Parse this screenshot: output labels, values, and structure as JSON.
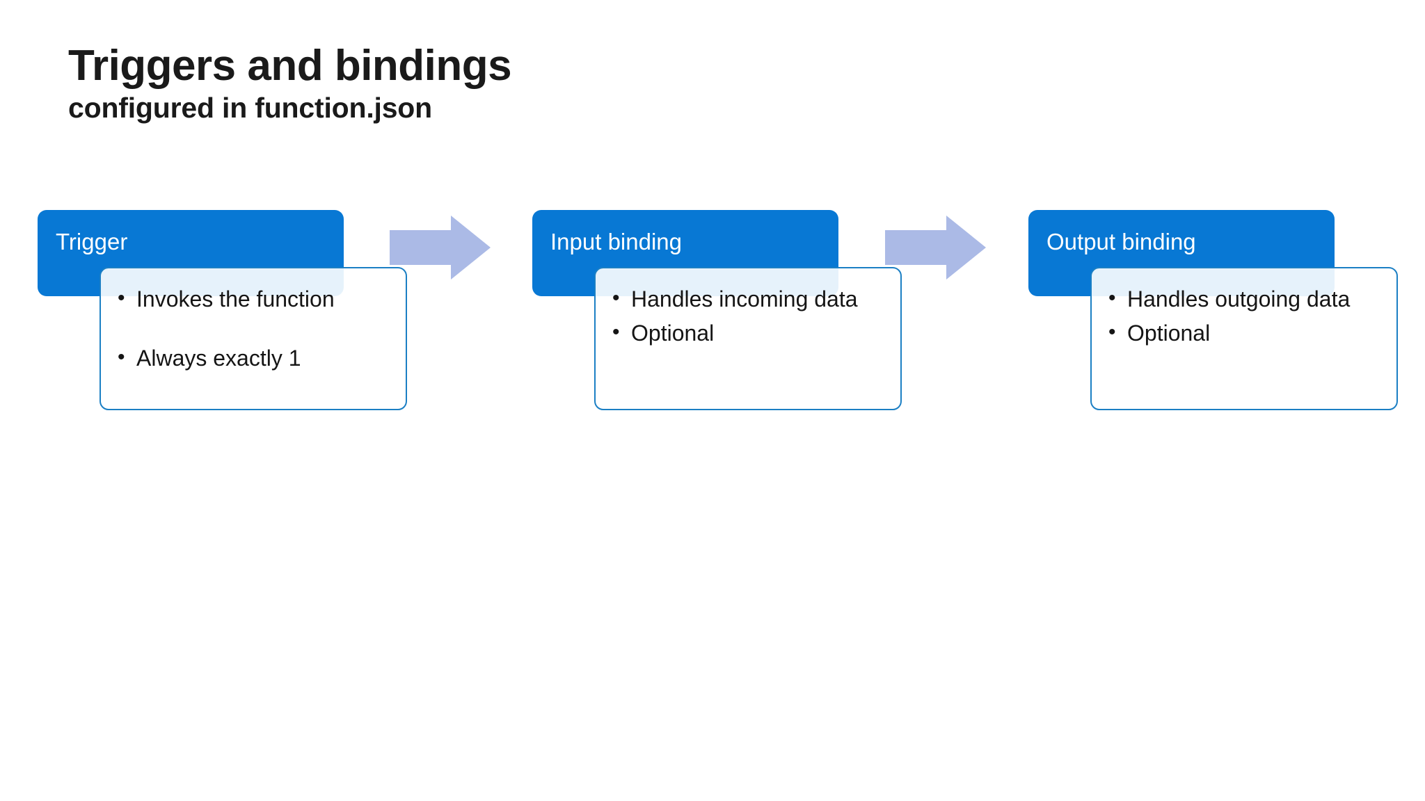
{
  "slide": {
    "title": "Triggers and bindings",
    "subtitle": "configured in function.json",
    "background_color": "#FFFFFF"
  },
  "theme": {
    "header_blue": "#0878D4",
    "card_border_blue": "#1B7FC4",
    "card_fill": "#FFFFFF",
    "arrow_blue": "#ABBAE6",
    "text_color": "#151515",
    "header_text_color": "#FFFFFF"
  },
  "flow": {
    "groups": [
      {
        "id": "trigger",
        "header": "Trigger",
        "bullets": [
          "Invokes the function",
          "Always exactly 1"
        ]
      },
      {
        "id": "input-binding",
        "header": "Input binding",
        "bullets": [
          "Handles incoming data",
          "Optional"
        ]
      },
      {
        "id": "output-binding",
        "header": "Output binding",
        "bullets": [
          "Handles outgoing data",
          "Optional"
        ]
      }
    ],
    "arrows": [
      {
        "id": "arrow-trigger-to-input",
        "direction": "right"
      },
      {
        "id": "arrow-input-to-output",
        "direction": "right"
      }
    ]
  }
}
